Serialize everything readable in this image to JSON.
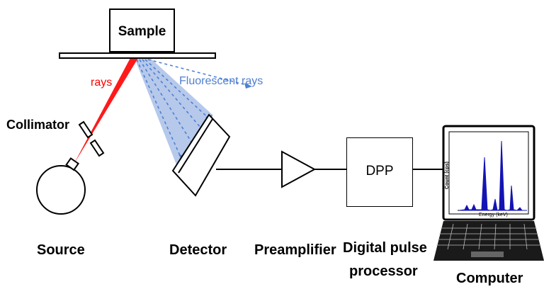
{
  "diagram": {
    "labels": {
      "sample": "Sample",
      "rays": "rays",
      "fluorescent_rays": "Fluorescent rays",
      "collimator": "Collimator",
      "source": "Source",
      "detector": "Detector",
      "preamplifier": "Preamplifier",
      "dpp": "DPP",
      "digital_pulse_line1": "Digital pulse",
      "digital_pulse_line2": "processor",
      "computer": "Computer"
    },
    "screen": {
      "ylabel": "Count (cps)",
      "xlabel": "Energy (keV)"
    },
    "colors": {
      "primary_ray": "#ff0000",
      "fluorescent": "#4f7fd0",
      "fluorescent_fill": "#a9bfe8",
      "spectrum": "#1414b4"
    }
  }
}
